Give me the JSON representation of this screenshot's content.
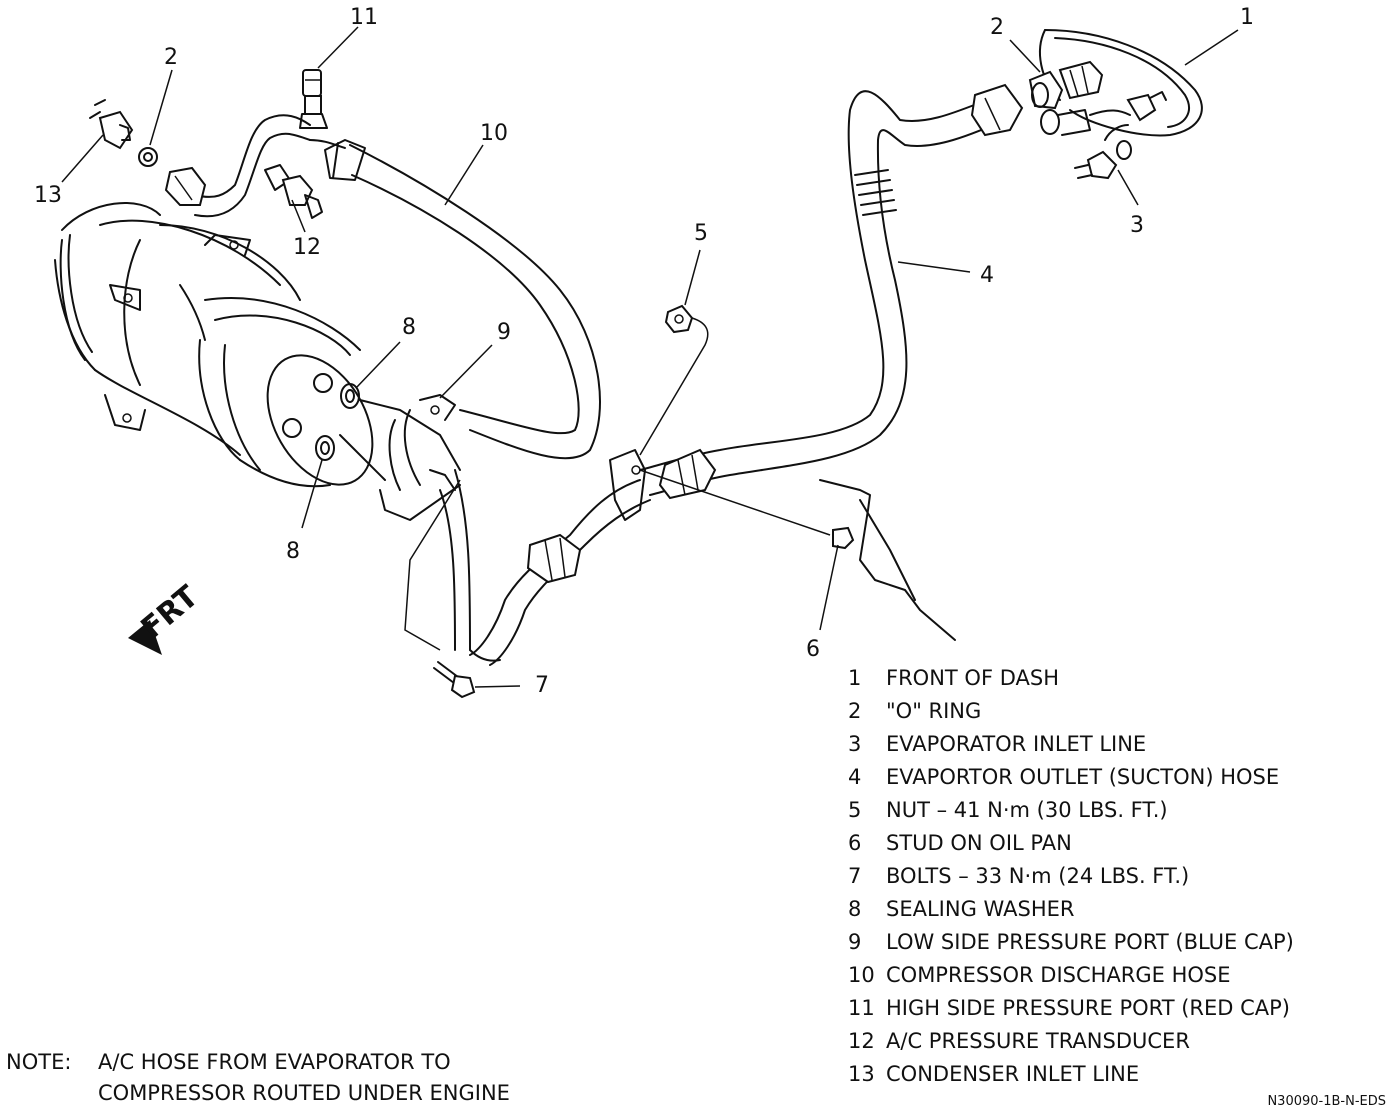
{
  "callouts": [
    "1",
    "2",
    "3",
    "4",
    "5",
    "6",
    "7",
    "8",
    "8",
    "9",
    "10",
    "11",
    "12",
    "13",
    "2"
  ],
  "frt_label": "FRT",
  "legend": [
    {
      "num": "1",
      "text": "FRONT OF DASH"
    },
    {
      "num": "2",
      "text": "\"O\" RING"
    },
    {
      "num": "3",
      "text": "EVAPORATOR INLET LINE"
    },
    {
      "num": "4",
      "text": "EVAPORTOR OUTLET (SUCTON) HOSE"
    },
    {
      "num": "5",
      "text": "NUT – 41 N·m (30 LBS. FT.)"
    },
    {
      "num": "6",
      "text": "STUD ON OIL PAN"
    },
    {
      "num": "7",
      "text": "BOLTS – 33 N·m (24 LBS. FT.)"
    },
    {
      "num": "8",
      "text": "SEALING WASHER"
    },
    {
      "num": "9",
      "text": "LOW SIDE PRESSURE PORT (BLUE CAP)"
    },
    {
      "num": "10",
      "text": "COMPRESSOR DISCHARGE HOSE"
    },
    {
      "num": "11",
      "text": "HIGH SIDE PRESSURE PORT (RED CAP)"
    },
    {
      "num": "12",
      "text": "A/C PRESSURE TRANSDUCER"
    },
    {
      "num": "13",
      "text": "CONDENSER INLET LINE"
    }
  ],
  "note": {
    "prefix": "NOTE:",
    "line1": "A/C HOSE FROM EVAPORATOR TO",
    "line2": "COMPRESSOR ROUTED UNDER ENGINE"
  },
  "figure_code": "N30090-1B-N-EDS"
}
